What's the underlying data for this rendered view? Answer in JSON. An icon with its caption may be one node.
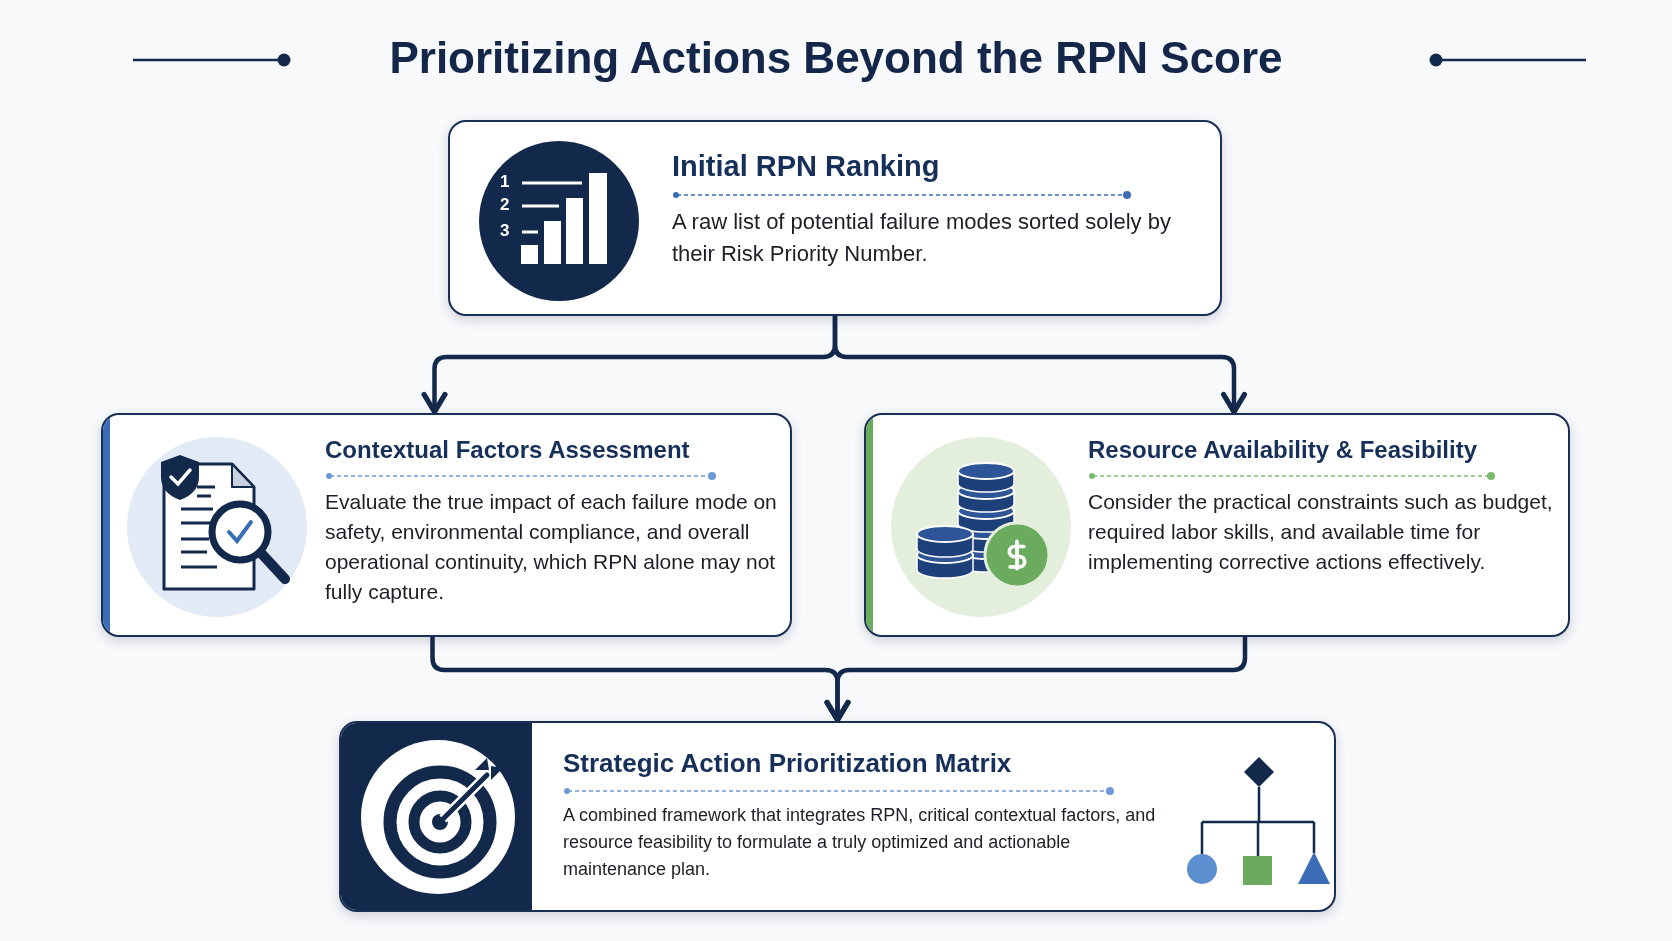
{
  "diagram": {
    "title": "Prioritizing Actions Beyond the RPN Score",
    "nodes": [
      {
        "text": [
          "Initial RPN Ranking",
          "A raw list of potential failure modes sorted solely by their Risk Priority Number."
        ]
      },
      {
        "text": [
          "Contextual Factors Assessment",
          "Evaluate the true impact of each failure mode on safety, environmental compliance, and overall operational continuity, which RPN alone may not fully capture."
        ]
      },
      {
        "text": [
          "Resource Availability & Feasibility",
          "Consider the practical constraints such as budget, required labor skills, and available time for implementing corrective actions effectively."
        ]
      },
      {
        "text": [
          "Strategic Action Prioritization Matrix",
          "A combined framework that integrates RPN, critical contextual factors, and resource feasibility to formulate a truly optimized and actionable maintenance plan."
        ]
      }
    ],
    "edges": [
      {
        "from": 0,
        "to": 1,
        "arrow": "to"
      },
      {
        "from": 0,
        "to": 2,
        "arrow": "to"
      },
      {
        "from": 1,
        "to": 3,
        "arrow": "to"
      },
      {
        "from": 2,
        "to": 3,
        "arrow": "to"
      }
    ],
    "labels": [
      "1",
      "2",
      "3"
    ]
  }
}
